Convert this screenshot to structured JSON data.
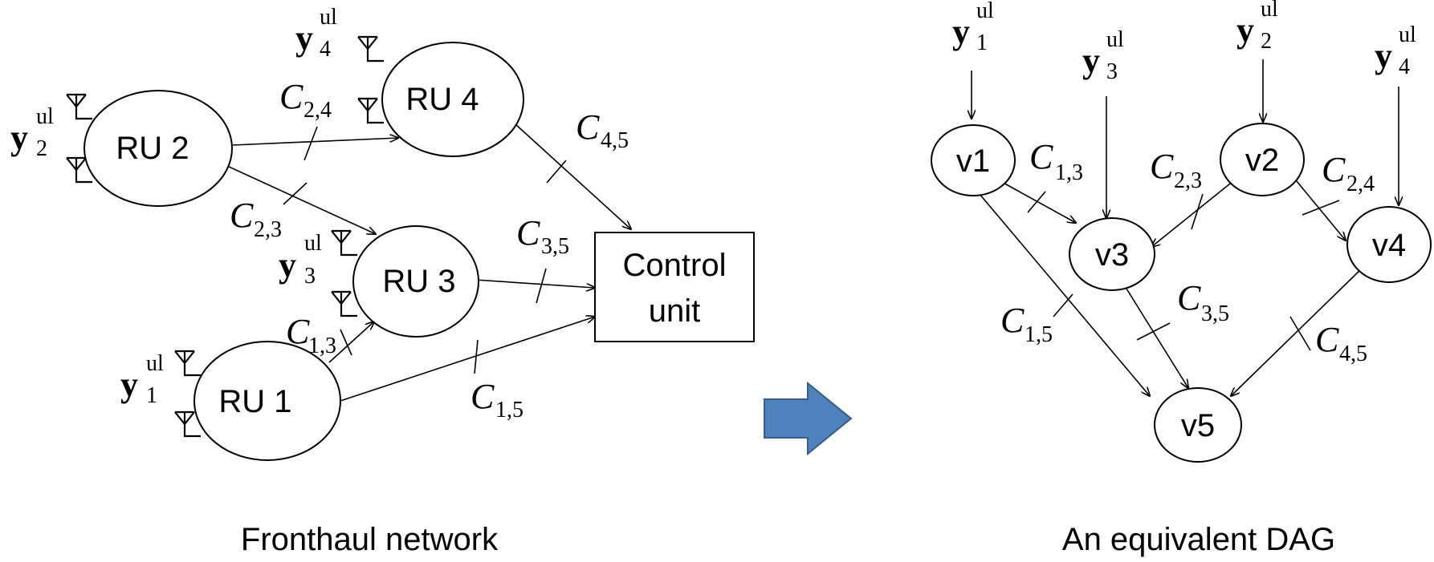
{
  "left": {
    "caption": "Fronthaul network",
    "nodes": {
      "ru1": "RU 1",
      "ru2": "RU 2",
      "ru3": "RU 3",
      "ru4": "RU 4",
      "control_line1": "Control",
      "control_line2": "unit"
    },
    "signals": {
      "y1": {
        "base": "y",
        "sup": "ul",
        "sub": "1"
      },
      "y2": {
        "base": "y",
        "sup": "ul",
        "sub": "2"
      },
      "y3": {
        "base": "y",
        "sup": "ul",
        "sub": "3"
      },
      "y4": {
        "base": "y",
        "sup": "ul",
        "sub": "4"
      }
    },
    "edge_labels": {
      "c24": {
        "base": "C",
        "sub": "2,4"
      },
      "c23": {
        "base": "C",
        "sub": "2,3"
      },
      "c45": {
        "base": "C",
        "sub": "4,5"
      },
      "c35": {
        "base": "C",
        "sub": "3,5"
      },
      "c13": {
        "base": "C",
        "sub": "1,3"
      },
      "c15": {
        "base": "C",
        "sub": "1,5"
      }
    }
  },
  "right": {
    "caption": "An equivalent DAG",
    "nodes": {
      "v1": "v1",
      "v2": "v2",
      "v3": "v3",
      "v4": "v4",
      "v5": "v5"
    },
    "signals": {
      "y1": {
        "base": "y",
        "sup": "ul",
        "sub": "1"
      },
      "y2": {
        "base": "y",
        "sup": "ul",
        "sub": "2"
      },
      "y3": {
        "base": "y",
        "sup": "ul",
        "sub": "3"
      },
      "y4": {
        "base": "y",
        "sup": "ul",
        "sub": "4"
      }
    },
    "edge_labels": {
      "c13": {
        "base": "C",
        "sub": "1,3"
      },
      "c23": {
        "base": "C",
        "sub": "2,3"
      },
      "c24": {
        "base": "C",
        "sub": "2,4"
      },
      "c15": {
        "base": "C",
        "sub": "1,5"
      },
      "c35": {
        "base": "C",
        "sub": "3,5"
      },
      "c45": {
        "base": "C",
        "sub": "4,5"
      }
    }
  },
  "transform_arrow": {
    "color": "#4f81bd",
    "border": "#385d8a"
  }
}
